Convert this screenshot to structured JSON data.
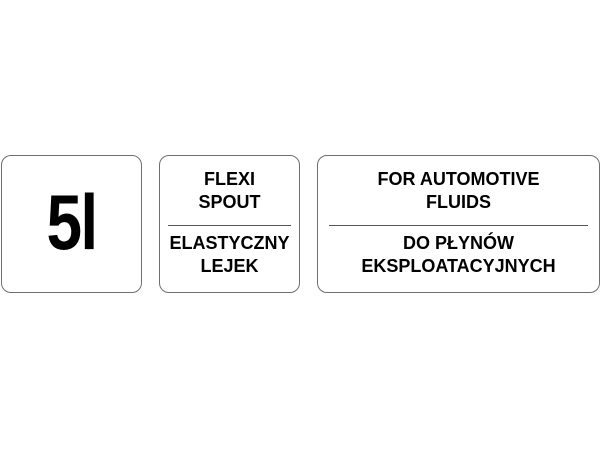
{
  "volume": {
    "label": "5l"
  },
  "spout": {
    "english": [
      "FLEXI",
      "SPOUT"
    ],
    "polish": [
      "ELASTYCZNY",
      "LEJEK"
    ]
  },
  "fluids": {
    "english": [
      "FOR AUTOMOTIVE",
      "FLUIDS"
    ],
    "polish": [
      "DO PŁYNÓW",
      "EKSPLOATACYJNYCH"
    ]
  },
  "colors": {
    "border": "#6f6f6f",
    "text": "#000000",
    "background": "#ffffff"
  }
}
